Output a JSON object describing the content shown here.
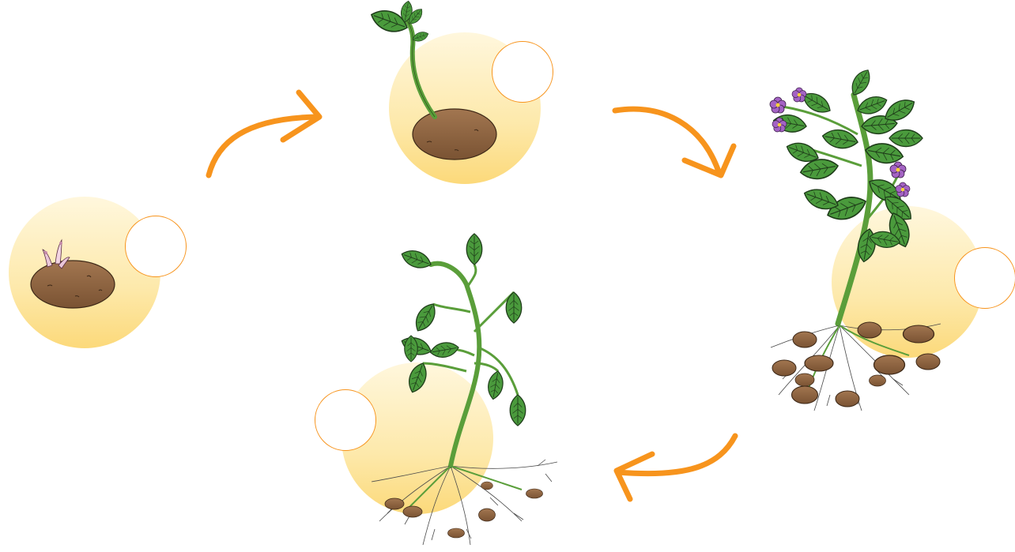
{
  "diagram": {
    "type": "life-cycle",
    "colors": {
      "arrow": "#f7941d",
      "glow": "#fcd97a",
      "potato": "#8b6340",
      "stem": "#5a9e3a",
      "leaf": "#3f8a3a",
      "flower": "#9b5fb5",
      "label_circle_border": "#f7941d"
    },
    "stages": [
      {
        "id": "stage-1",
        "label": "",
        "depicts": "sprouting-potato"
      },
      {
        "id": "stage-2",
        "label": "",
        "depicts": "seedling-from-potato"
      },
      {
        "id": "stage-3",
        "label": "",
        "depicts": "flowering-plant-with-tubers"
      },
      {
        "id": "stage-4",
        "label": "",
        "depicts": "young-plant-with-small-tubers"
      }
    ],
    "arrows": [
      {
        "from": "stage-1",
        "to": "stage-2"
      },
      {
        "from": "stage-2",
        "to": "stage-3"
      },
      {
        "from": "stage-3",
        "to": "stage-4"
      }
    ]
  }
}
